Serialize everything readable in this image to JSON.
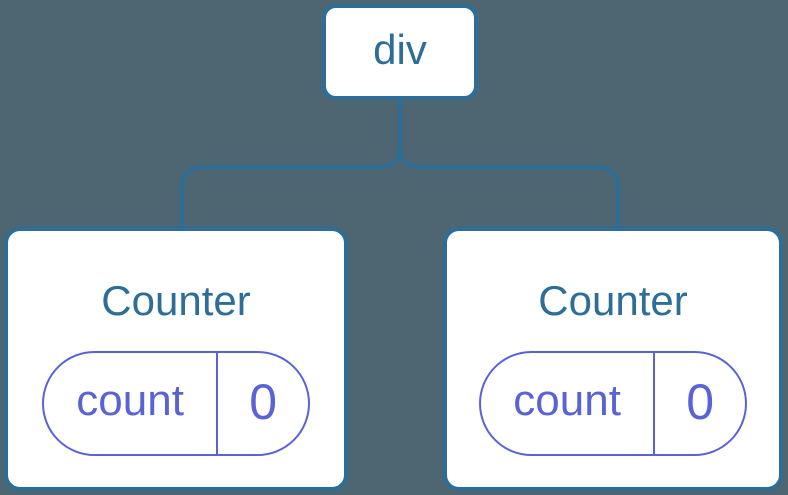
{
  "colors": {
    "bg": "#4D6671",
    "stroke": "#2D6E98",
    "purple": "#5A63D6",
    "card_bg": "#FFFFFF"
  },
  "tree": {
    "root": {
      "label": "div"
    },
    "children": [
      {
        "title": "Counter",
        "state": {
          "key": "count",
          "value": "0"
        }
      },
      {
        "title": "Counter",
        "state": {
          "key": "count",
          "value": "0"
        }
      }
    ]
  }
}
